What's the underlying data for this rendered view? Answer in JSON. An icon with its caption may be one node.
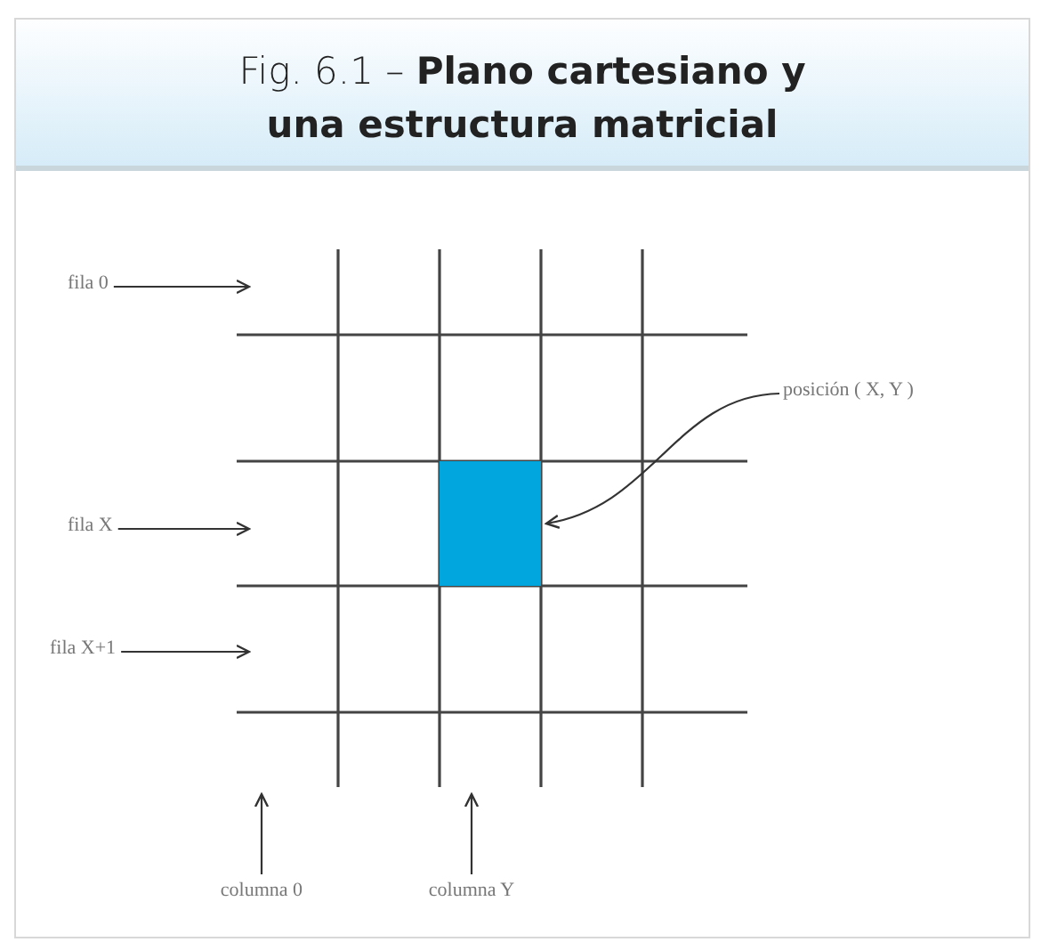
{
  "diagram": {
    "title": "Fig. 6.1 – **Plano cartesiano y una estructura matricial**",
    "nodes": [
      {
        "text": [
          "fila 0"
        ]
      },
      {
        "text": [
          "posición ( X, Y )"
        ]
      },
      {
        "text": [],
        "shape": "box"
      },
      {
        "text": [
          "fila X"
        ]
      },
      {
        "text": [
          "fila X+1"
        ]
      },
      {
        "text": [
          "columna 0"
        ]
      },
      {
        "text": [
          "columna Y"
        ]
      }
    ],
    "edges": [
      {
        "from": 0,
        "to": null,
        "arrow": "to"
      },
      {
        "from": 1,
        "to": 2,
        "arrow": "to"
      },
      {
        "from": 3,
        "to": null,
        "arrow": "to"
      },
      {
        "from": 4,
        "to": null,
        "arrow": "to"
      },
      {
        "from": 5,
        "to": null,
        "arrow": "to"
      },
      {
        "from": 6,
        "to": null,
        "arrow": "to"
      }
    ]
  }
}
